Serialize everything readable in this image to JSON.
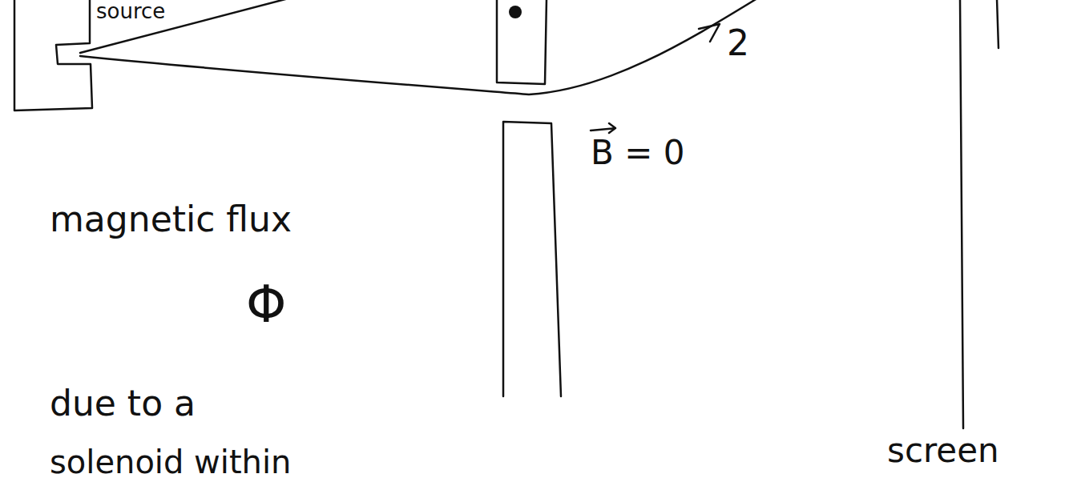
{
  "diagram": {
    "labels": [
      "source",
      "2",
      "B = 0",
      "magnetic flux",
      "Φ",
      "due to a",
      "solenoid within",
      "screen"
    ]
  }
}
